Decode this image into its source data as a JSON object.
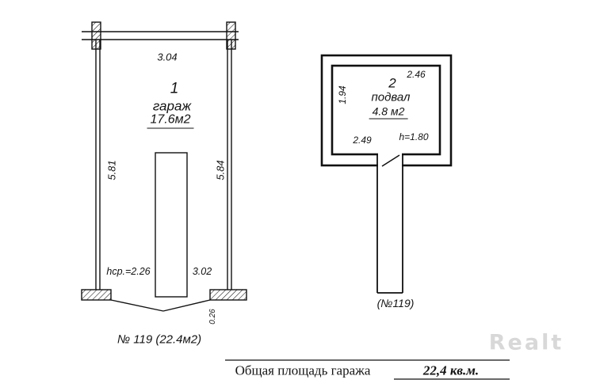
{
  "garage_plan": {
    "room_number": "1",
    "room_name": "гараж",
    "room_area": "17.6м2",
    "dim_top_width": "3.04",
    "dim_left_height": "5.81",
    "dim_right_height": "5.84",
    "dim_avg_ceiling": "hcp.=2.26",
    "dim_pit_length": "3.02",
    "dim_gate_step": "0.26",
    "caption": "№ 119 (22.4м2)"
  },
  "basement_plan": {
    "room_number": "2",
    "room_name": "подвал",
    "room_area": "4.8 м2",
    "dim_top": "2.46",
    "dim_left": "1.94",
    "dim_bottom": "2.49",
    "dim_ceiling_height": "h=1.80",
    "caption": "(№119)"
  },
  "footer": {
    "label": "Общая площадь гаража",
    "value": "22,4 кв.м."
  },
  "watermark": {
    "text": "Realt",
    "color": "#d8d8d8"
  },
  "colors": {
    "line": "#111111",
    "background": "#ffffff"
  }
}
